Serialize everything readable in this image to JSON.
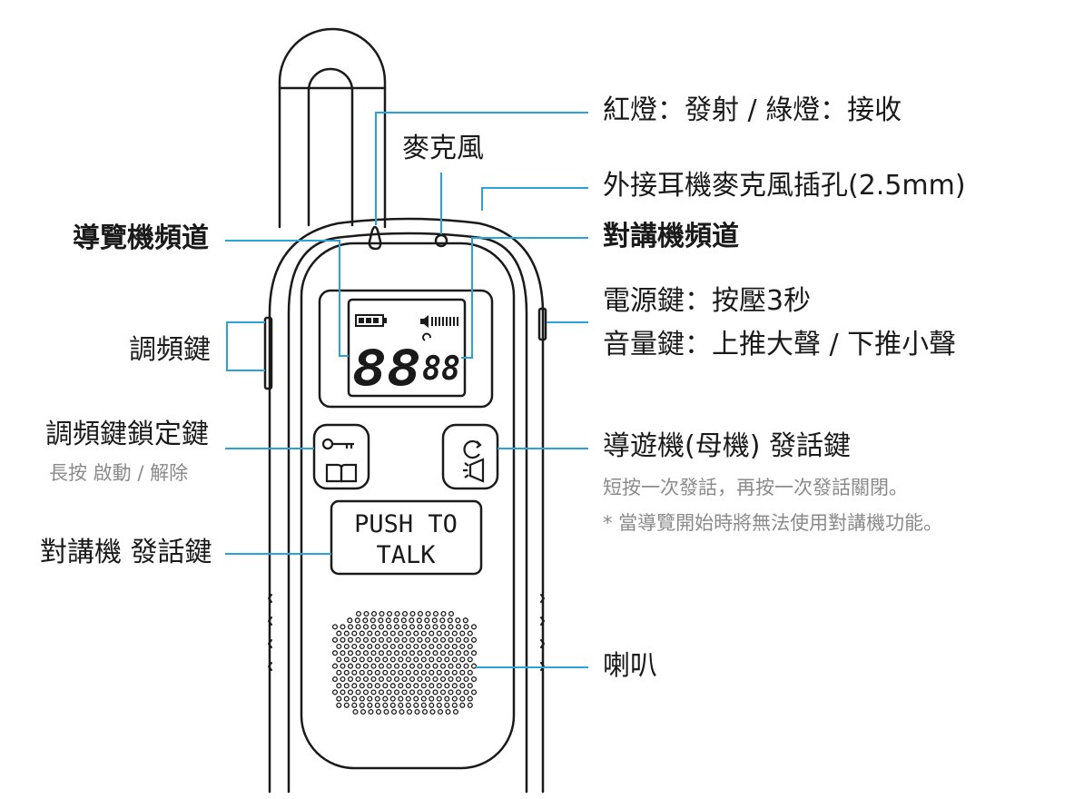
{
  "labels": {
    "led": "紅燈：發射 / 綠燈：接收",
    "mic": "麥克風",
    "headset_jack": "外接耳機麥克風插孔(2.5mm)",
    "guide_channel": "導覽機頻道",
    "intercom_channel": "對講機頻道",
    "power_key": "電源鍵：按壓3秒",
    "volume_key": "音量鍵：上推大聲 / 下推小聲",
    "tune_key": "調頻鍵",
    "tune_lock_key": "調頻鍵鎖定鍵",
    "tune_lock_note": "長按 啟動 / 解除",
    "guide_talk_key": "導遊機(母機) 發話鍵",
    "guide_talk_note1": "短按一次發話，再按一次發話關閉。",
    "guide_talk_note2": "* 當導覽開始時將無法使用對講機功能。",
    "intercom_talk_key": "對講機 發話鍵",
    "speaker": "喇叭"
  },
  "device": {
    "ptt_line1": "PUSH TO",
    "ptt_line2": "TALK",
    "lcd_main_digits": "88",
    "lcd_sub_digits": "88"
  },
  "colors": {
    "leader": "#2aa3d6",
    "outline": "#1a1a1a",
    "note": "#8a8a8a"
  }
}
